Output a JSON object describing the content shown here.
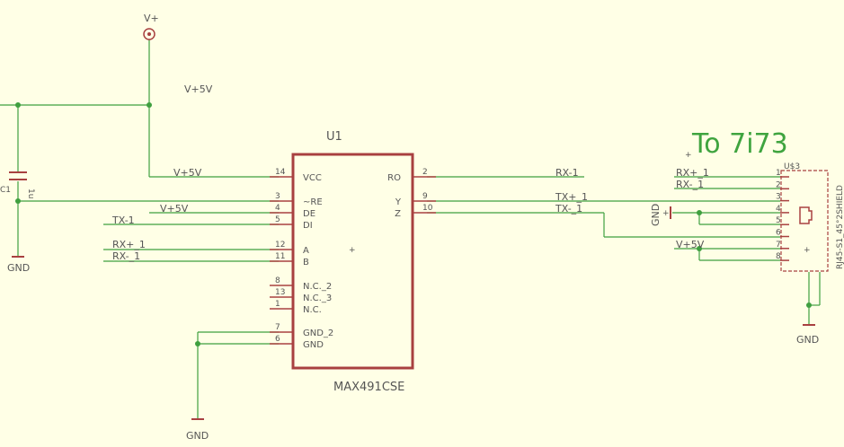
{
  "labels": {
    "vplus": "V+",
    "vplus5_top": "V+5V",
    "vplus5_vcc": "V+5V",
    "vplus5_de": "V+5V",
    "vplus5_conn": "V+5V",
    "gnd_left": "GND",
    "gnd_bottom": "GND",
    "gnd_right": "GND",
    "gnd_conn_vert": "GND",
    "tx1_left": "TX-1",
    "rxp_left": "RX+_1",
    "rxm_left": "RX-_1",
    "rx1_right": "RX-1",
    "txp_right": "TX+_1",
    "txm_right": "TX-_1",
    "rxp_conn": "RX+_1",
    "rxm_conn": "RX-_1",
    "cap_value": "1u",
    "cap_name": "C1"
  },
  "ic": {
    "name": "U1",
    "part": "MAX491CSE",
    "left_pins": [
      {
        "num": "14",
        "name": "VCC"
      },
      {
        "num": "3",
        "name": "~RE"
      },
      {
        "num": "4",
        "name": "DE"
      },
      {
        "num": "5",
        "name": "DI"
      },
      {
        "num": "12",
        "name": "A"
      },
      {
        "num": "11",
        "name": "B"
      },
      {
        "num": "8",
        "name": "N.C._2"
      },
      {
        "num": "13",
        "name": "N.C._3"
      },
      {
        "num": "1",
        "name": "N.C."
      },
      {
        "num": "7",
        "name": "GND_2"
      },
      {
        "num": "6",
        "name": "GND"
      }
    ],
    "right_pins": [
      {
        "num": "2",
        "name": "RO"
      },
      {
        "num": "9",
        "name": "Y"
      },
      {
        "num": "10",
        "name": "Z"
      }
    ]
  },
  "connector": {
    "name": "U$3",
    "part": "RJ45-S1_45°2SHIELD",
    "pins": [
      "1",
      "2",
      "3",
      "4",
      "5",
      "6",
      "7",
      "8"
    ]
  },
  "annotation": "To 7i73",
  "colors": {
    "background": "#FFFFE6",
    "wire": "#3f9f3f",
    "part": "#a84040",
    "text": "#555555",
    "annotation": "#3fa43f"
  }
}
